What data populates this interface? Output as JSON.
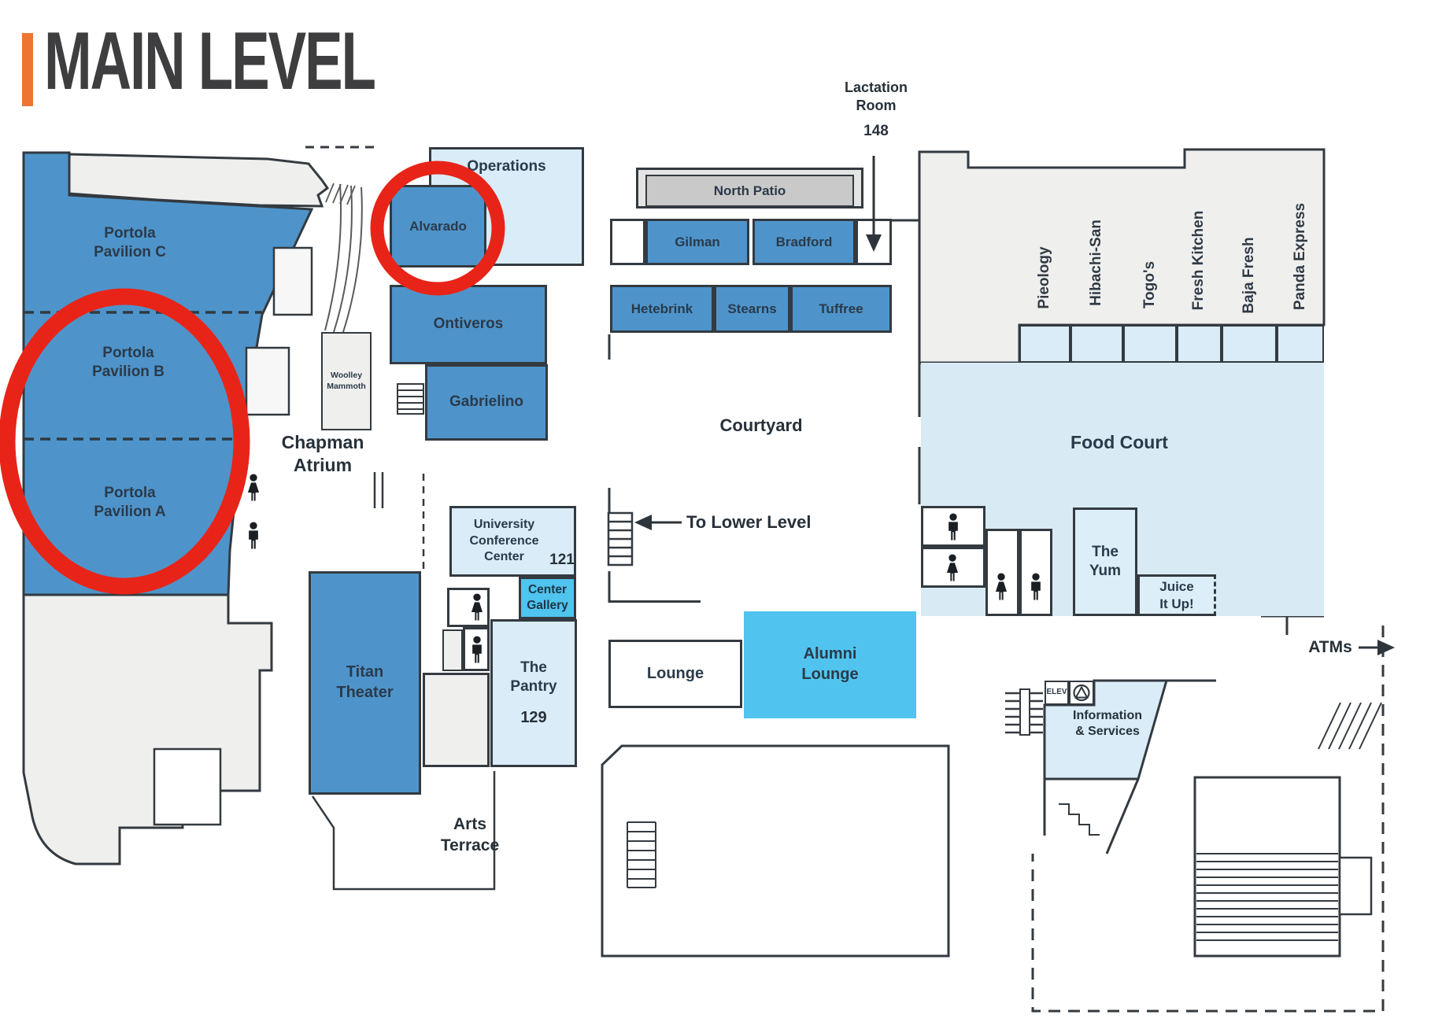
{
  "title": "MAIN LEVEL",
  "colors": {
    "accent_orange": "#ee7434",
    "room_blue": "#4e94ca",
    "room_light_blue": "#d9ecf7",
    "room_cyan": "#4fc4ee",
    "patio_gray": "#c9c9c9",
    "building_gray": "#efefee",
    "wall_outline": "#333a40",
    "annotation_red": "#e82418",
    "label_text": "#2b3a4a"
  },
  "rooms": {
    "portola_pavilion_c": "Portola\nPavilion C",
    "portola_pavilion_b": "Portola\nPavilion B",
    "portola_pavilion_a": "Portola\nPavilion A",
    "chapman_atrium": "Chapman\nAtrium",
    "woolley_mammoth": "Woolley\nMammoth",
    "operations": "Operations",
    "alvarado": "Alvarado",
    "ontiveros": "Ontiveros",
    "gabrielino": "Gabrielino",
    "north_patio": "North Patio",
    "gilman": "Gilman",
    "bradford": "Bradford",
    "hetebrink": "Hetebrink",
    "stearns": "Stearns",
    "tuffree": "Tuffree",
    "courtyard": "Courtyard",
    "food_court": "Food Court",
    "university_conference_center": "University\nConference\nCenter",
    "ucc_room_number": "121",
    "center_gallery": "Center\nGallery",
    "titan_theater": "Titan\nTheater",
    "the_pantry": "The\nPantry",
    "pantry_room_number": "129",
    "arts_terrace": "Arts\nTerrace",
    "lounge": "Lounge",
    "alumni_lounge": "Alumni\nLounge",
    "the_yum": "The\nYum",
    "juice_it_up": "Juice\nIt Up!",
    "information_services": "Information\n& Services",
    "elevator": "ELEV"
  },
  "food_vendors": [
    "Pieology",
    "Hibachi-San",
    "Togo's",
    "Fresh Kitchen",
    "Baja Fresh",
    "Panda Express"
  ],
  "callouts": {
    "lactation_room": "Lactation\nRoom",
    "lactation_room_number": "148",
    "to_lower_level": "To Lower Level",
    "atms": "ATMs"
  },
  "icons": {
    "restroom_men": "men-restroom-figure",
    "restroom_women": "women-restroom-figure",
    "elevator": "triangle-in-circle",
    "stairs": "stair-hatch",
    "arrow_down": "down-arrow",
    "arrow_left": "left-arrow",
    "arrow_right": "right-arrow",
    "annotation": "red-circle-highlight"
  }
}
